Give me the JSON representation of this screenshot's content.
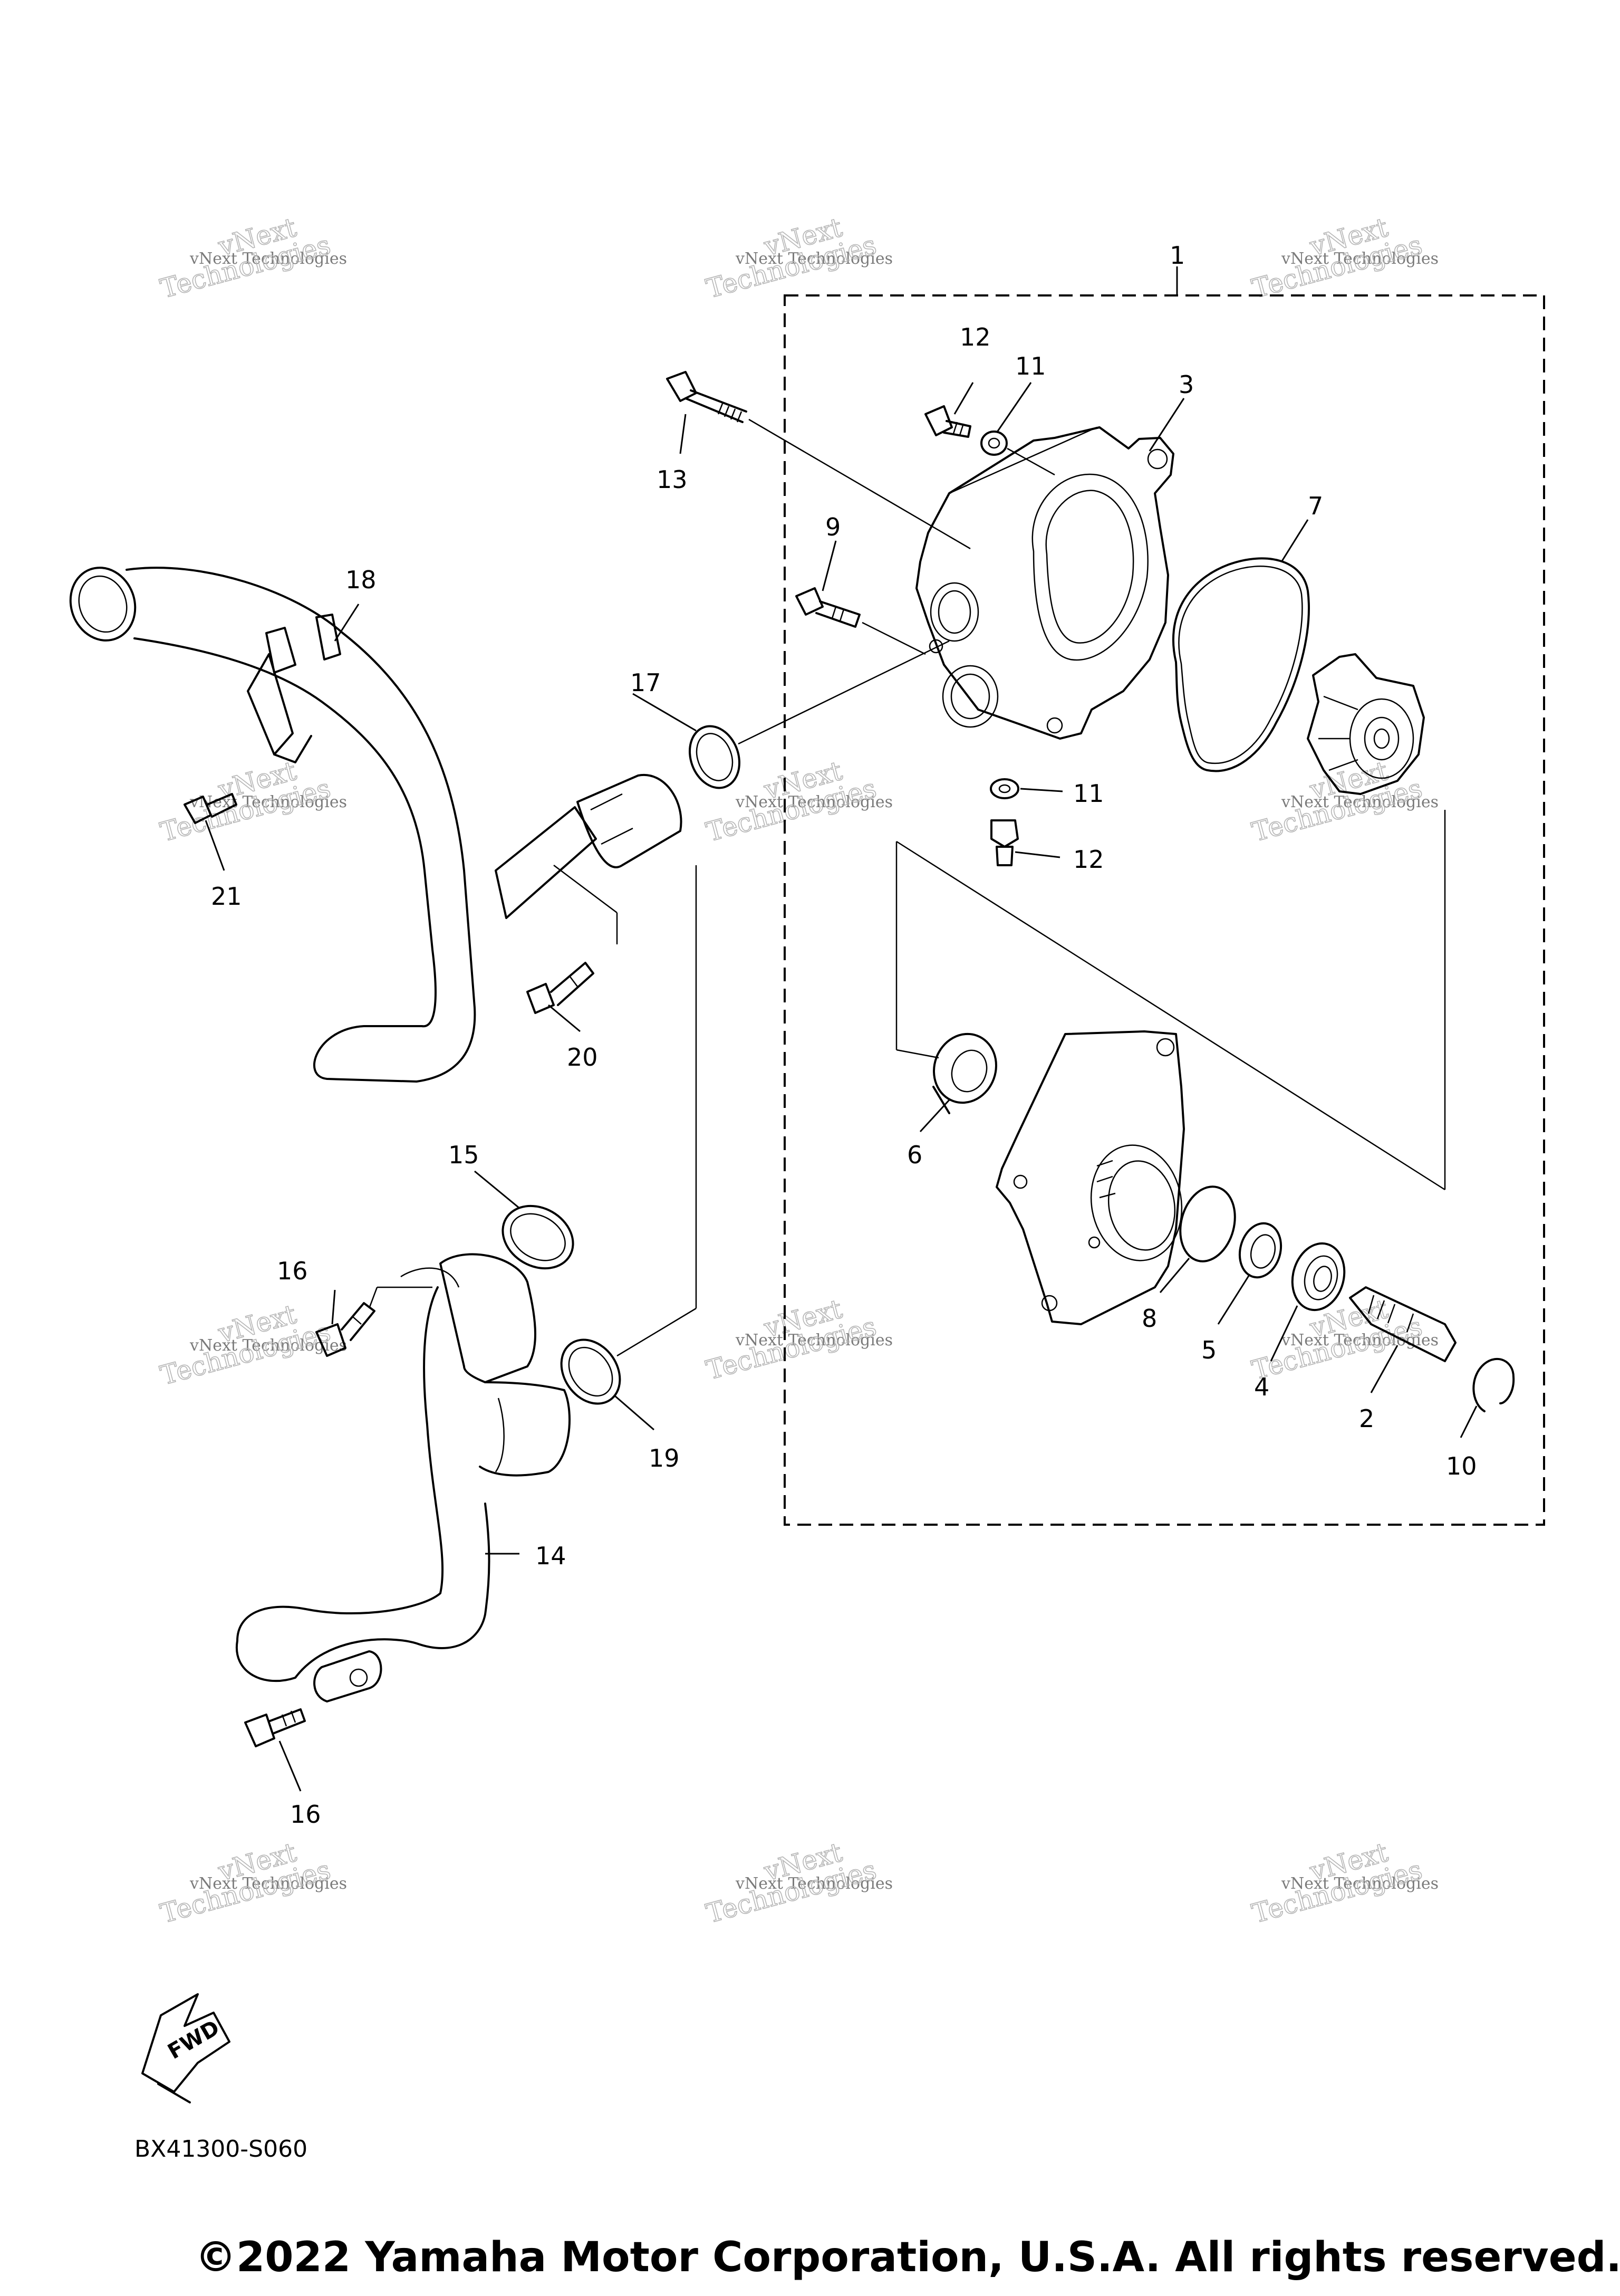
{
  "figure": {
    "assembly_callout": "1",
    "diagram_code": "BX41300-S060",
    "fwd_label": "FWD",
    "copyright": "©2022 Yamaha Motor Corporation, U.S.A. All rights reserved."
  },
  "callouts": [
    {
      "id": "c-2",
      "label": "2"
    },
    {
      "id": "c-3",
      "label": "3"
    },
    {
      "id": "c-4",
      "label": "4"
    },
    {
      "id": "c-5",
      "label": "5"
    },
    {
      "id": "c-6",
      "label": "6"
    },
    {
      "id": "c-7",
      "label": "7"
    },
    {
      "id": "c-8",
      "label": "8"
    },
    {
      "id": "c-9",
      "label": "9"
    },
    {
      "id": "c-10",
      "label": "10"
    },
    {
      "id": "c-11a",
      "label": "11"
    },
    {
      "id": "c-11b",
      "label": "11"
    },
    {
      "id": "c-12a",
      "label": "12"
    },
    {
      "id": "c-12b",
      "label": "12"
    },
    {
      "id": "c-13",
      "label": "13"
    },
    {
      "id": "c-14",
      "label": "14"
    },
    {
      "id": "c-15",
      "label": "15"
    },
    {
      "id": "c-16a",
      "label": "16"
    },
    {
      "id": "c-16b",
      "label": "16"
    },
    {
      "id": "c-17",
      "label": "17"
    },
    {
      "id": "c-18",
      "label": "18"
    },
    {
      "id": "c-19",
      "label": "19"
    },
    {
      "id": "c-20",
      "label": "20"
    },
    {
      "id": "c-21",
      "label": "21"
    }
  ],
  "watermark": {
    "line1": "vNext Technologies",
    "line2": "vNext",
    "line3": "Technologies"
  }
}
